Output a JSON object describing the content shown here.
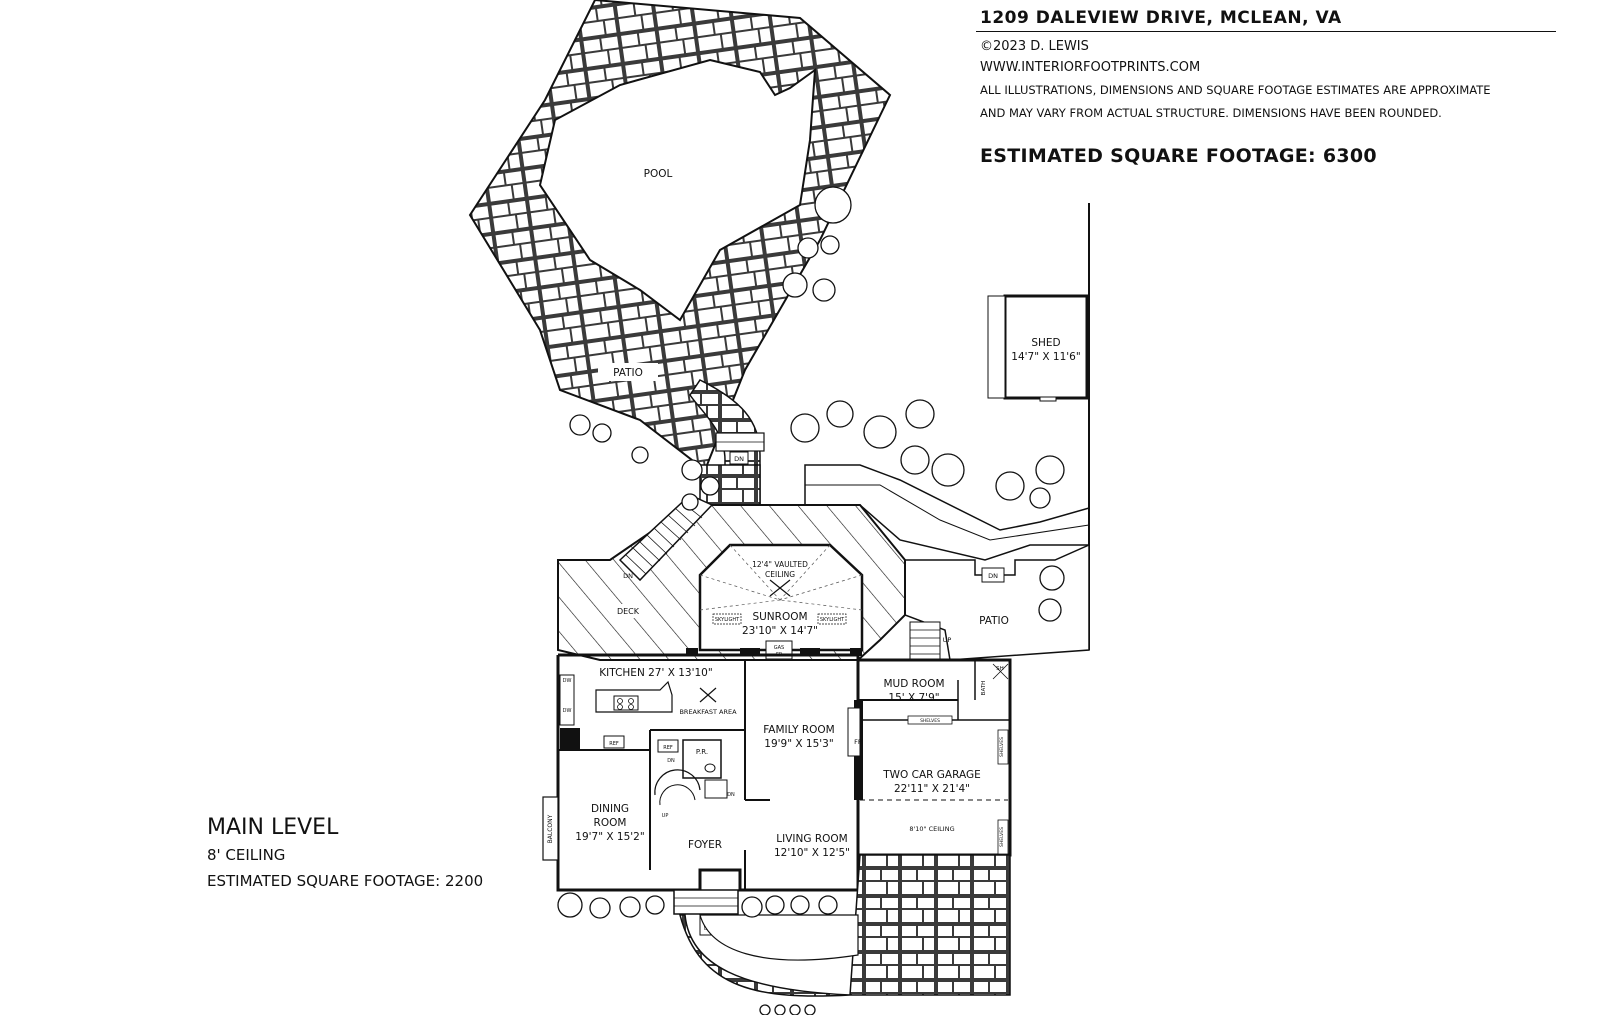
{
  "header": {
    "address": "1209 DALEVIEW DRIVE, MCLEAN, VA",
    "copyright": "©2023 D. LEWIS",
    "website": "WWW.INTERIORFOOTPRINTS.COM",
    "disclaimer_line1": "ALL ILLUSTRATIONS, DIMENSIONS AND SQUARE FOOTAGE ESTIMATES ARE APPROXIMATE",
    "disclaimer_line2": "AND MAY VARY FROM ACTUAL STRUCTURE. DIMENSIONS HAVE BEEN ROUNDED.",
    "total_sqft": "ESTIMATED SQUARE FOOTAGE: 6300"
  },
  "level": {
    "title": "MAIN LEVEL",
    "ceiling": "8' CEILING",
    "sqft": "ESTIMATED SQUARE FOOTAGE: 2200"
  },
  "outdoor": {
    "pool": "POOL",
    "patio_upper": "PATIO",
    "patio_right": "PATIO",
    "deck": "DECK",
    "shed_name": "SHED",
    "shed_dims": "14'7\" X 11'6\""
  },
  "rooms": {
    "sunroom_name": "SUNROOM",
    "sunroom_dims": "23'10\" X 14'7\"",
    "vaulted_line1": "12'4\" VAULTED",
    "vaulted_line2": "CEILING",
    "skylight": "SKYLIGHT",
    "gas_fp_line1": "GAS",
    "gas_fp_line2": "FP",
    "kitchen": "KITCHEN 27' X 13'10\"",
    "breakfast": "BREAKFAST AREA",
    "mud_name": "MUD ROOM",
    "mud_dims": "15' X 7'9\"",
    "shelves": "SHELVES",
    "bath": "BATH",
    "sh": "SH",
    "family_name": "FAMILY ROOM",
    "family_dims": "19'9\" X 15'3\"",
    "fp": "FP",
    "garage_name": "TWO CAR GARAGE",
    "garage_dims": "22'11\" X 21'4\"",
    "garage_ceiling": "8'10\" CEILING",
    "dining_line1": "DINING",
    "dining_line2": "ROOM",
    "dining_dims": "19'7\" X 15'2\"",
    "foyer": "FOYER",
    "living_name": "LIVING ROOM",
    "living_dims": "12'10\" X 12'5\"",
    "balcony": "BALCONY",
    "pr": "P.R.",
    "ref": "REF",
    "dn": "DN",
    "up": "UP",
    "dw": "DW"
  },
  "colors": {
    "ink": "#111111",
    "paper": "#ffffff"
  }
}
